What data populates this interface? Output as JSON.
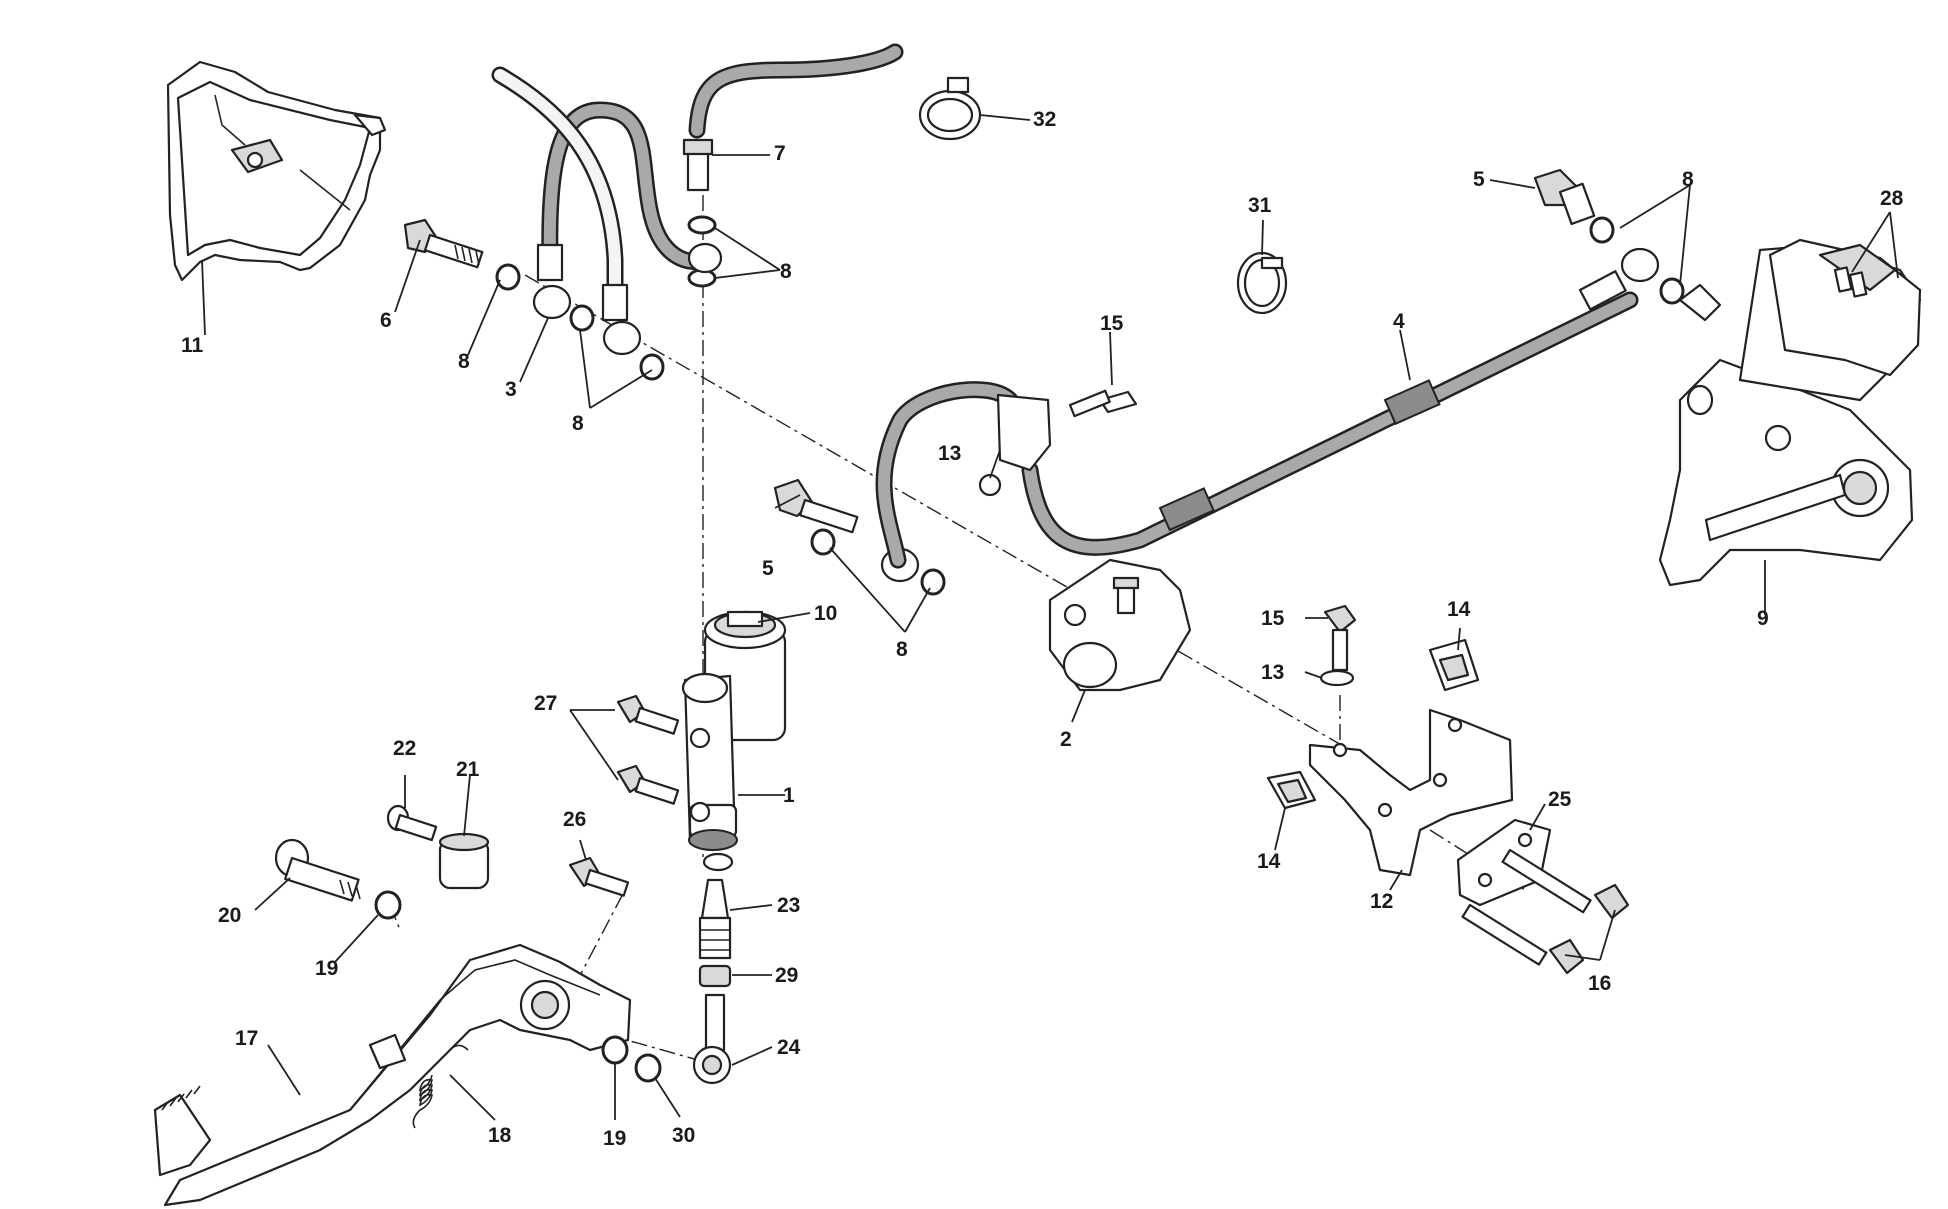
{
  "diagram": {
    "title": "",
    "callouts": [
      {
        "id": "c1",
        "text": "1"
      },
      {
        "id": "c2",
        "text": "2"
      },
      {
        "id": "c3",
        "text": "3"
      },
      {
        "id": "c4",
        "text": "4"
      },
      {
        "id": "c5a",
        "text": "5"
      },
      {
        "id": "c5b",
        "text": "5"
      },
      {
        "id": "c6",
        "text": "6"
      },
      {
        "id": "c7",
        "text": "7"
      },
      {
        "id": "c8a",
        "text": "8"
      },
      {
        "id": "c8b",
        "text": "8"
      },
      {
        "id": "c8c",
        "text": "8"
      },
      {
        "id": "c8d",
        "text": "8"
      },
      {
        "id": "c8e",
        "text": "8"
      },
      {
        "id": "c9",
        "text": "9"
      },
      {
        "id": "c10",
        "text": "10"
      },
      {
        "id": "c11",
        "text": "11"
      },
      {
        "id": "c12",
        "text": "12"
      },
      {
        "id": "c13a",
        "text": "13"
      },
      {
        "id": "c13b",
        "text": "13"
      },
      {
        "id": "c14a",
        "text": "14"
      },
      {
        "id": "c14b",
        "text": "14"
      },
      {
        "id": "c15a",
        "text": "15"
      },
      {
        "id": "c15b",
        "text": "15"
      },
      {
        "id": "c16",
        "text": "16"
      },
      {
        "id": "c17",
        "text": "17"
      },
      {
        "id": "c18",
        "text": "18"
      },
      {
        "id": "c19a",
        "text": "19"
      },
      {
        "id": "c19b",
        "text": "19"
      },
      {
        "id": "c20",
        "text": "20"
      },
      {
        "id": "c21",
        "text": "21"
      },
      {
        "id": "c22",
        "text": "22"
      },
      {
        "id": "c23",
        "text": "23"
      },
      {
        "id": "c24",
        "text": "24"
      },
      {
        "id": "c25",
        "text": "25"
      },
      {
        "id": "c26",
        "text": "26"
      },
      {
        "id": "c27",
        "text": "27"
      },
      {
        "id": "c28",
        "text": "28"
      },
      {
        "id": "c29",
        "text": "29"
      },
      {
        "id": "c30",
        "text": "30"
      },
      {
        "id": "c31",
        "text": "31"
      },
      {
        "id": "c32",
        "text": "32"
      }
    ]
  }
}
